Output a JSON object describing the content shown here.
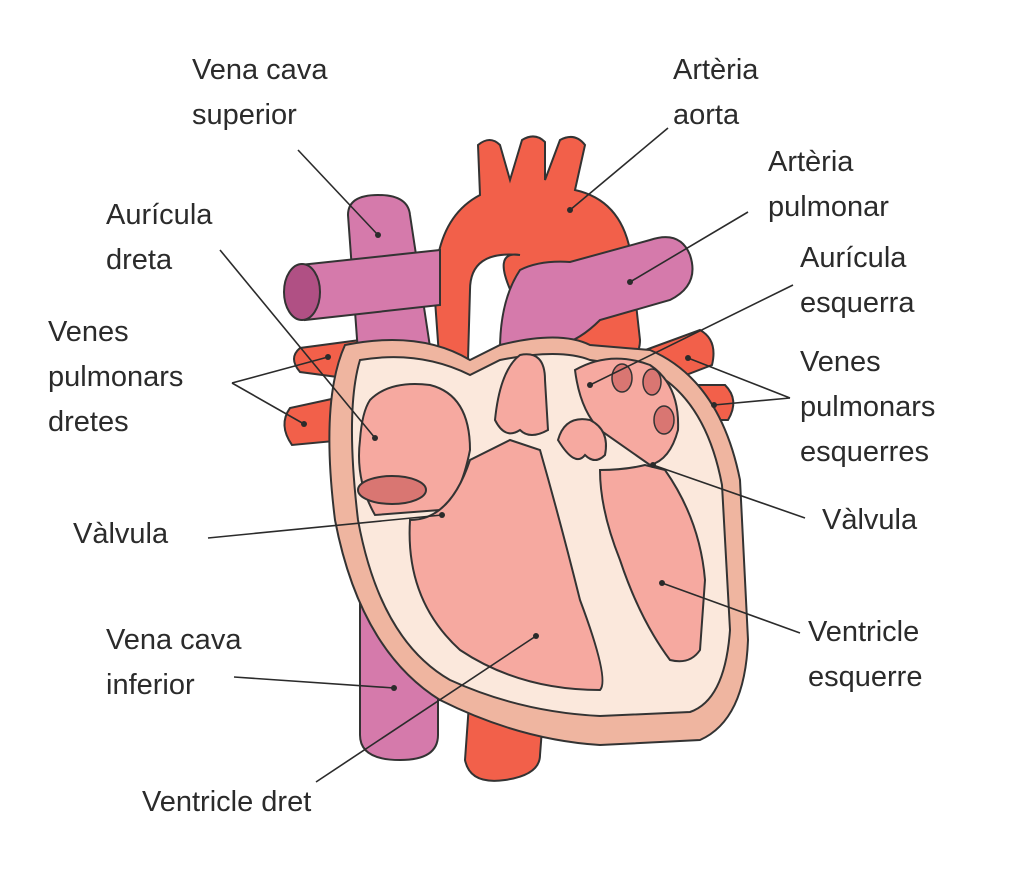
{
  "colors": {
    "artery": "#f2604a",
    "vein": "#d57aab",
    "vein_dark": "#b05084",
    "muscle_outer": "#efb5a0",
    "muscle_inner": "#fbe8dc",
    "chamber": "#f6a9a0",
    "valve_dark": "#d97672",
    "outline": "#333333",
    "text": "#2b2b2b"
  },
  "labels": {
    "vena_cava_superior": [
      "Vena cava",
      "superior"
    ],
    "arteria_aorta": [
      "Artèria",
      "aorta"
    ],
    "arteria_pulmonar": [
      "Artèria",
      "pulmonar"
    ],
    "auricula_dreta": [
      "Aurícula",
      "dreta"
    ],
    "auricula_esquerra": [
      "Aurícula",
      "esquerra"
    ],
    "venes_pulmonars_dretes": [
      "Venes",
      "pulmonars",
      "dretes"
    ],
    "venes_pulmonars_esquerres": [
      "Venes",
      "pulmonars",
      "esquerres"
    ],
    "valvula_left": "Vàlvula",
    "valvula_right": "Vàlvula",
    "vena_cava_inferior": [
      "Vena cava",
      "inferior"
    ],
    "ventricle_esquerre": [
      "Ventricle",
      "esquerre"
    ],
    "ventricle_dret": "Ventricle dret"
  }
}
